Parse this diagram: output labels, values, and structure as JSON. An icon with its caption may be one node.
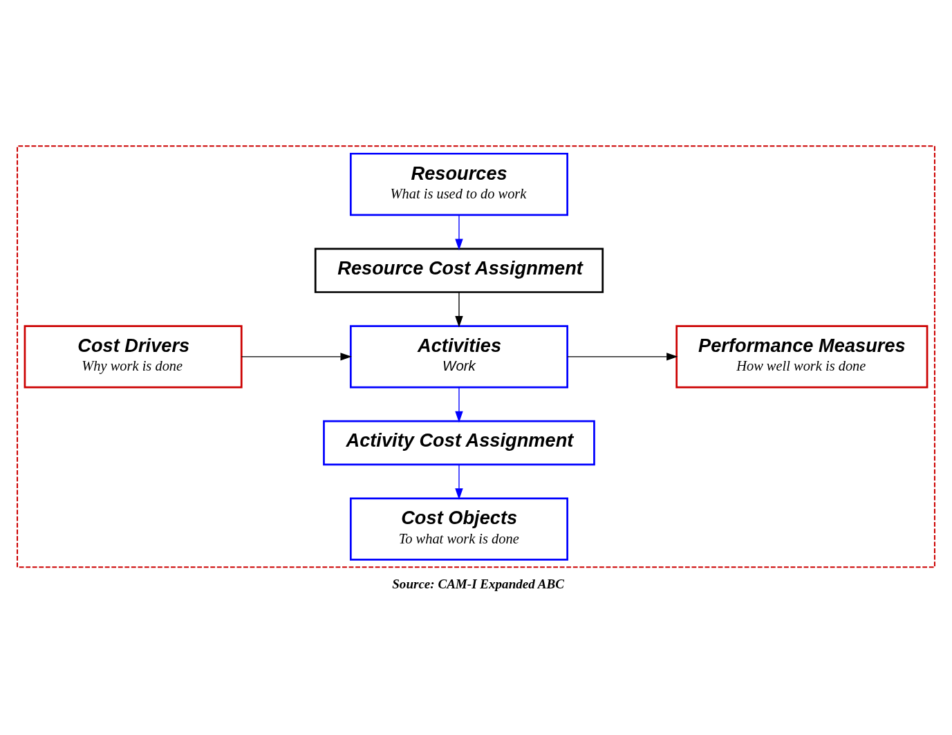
{
  "diagram": {
    "caption": "Source: CAM-I Expanded ABC",
    "nodes": [
      {
        "text": [],
        "shape": "box"
      },
      {
        "text": [
          "Resources",
          "What is used to do work"
        ],
        "in": 0
      },
      {
        "text": [
          "Resource Cost Assignment"
        ],
        "in": 0
      },
      {
        "text": [
          "Cost Drivers",
          "Why work is done"
        ],
        "in": 0
      },
      {
        "text": [
          "Activities",
          "Work"
        ],
        "in": 0
      },
      {
        "text": [
          "Performance Measures",
          "How well work is done"
        ],
        "in": 0
      },
      {
        "text": [
          "Activity Cost Assignment"
        ],
        "in": 0
      },
      {
        "text": [
          "Cost Objects",
          "To what work is done"
        ],
        "in": 0
      }
    ],
    "edges": [
      {
        "from": 1,
        "to": 2,
        "arrow": "to",
        "color": "#0000ff"
      },
      {
        "from": 2,
        "to": 4,
        "arrow": "to",
        "color": "#000000"
      },
      {
        "from": 3,
        "to": 4,
        "arrow": "to",
        "color": "#000000"
      },
      {
        "from": 4,
        "to": 5,
        "arrow": "to",
        "color": "#000000"
      },
      {
        "from": 4,
        "to": 6,
        "arrow": "to",
        "color": "#0000ff"
      },
      {
        "from": 6,
        "to": 7,
        "arrow": "to",
        "color": "#0000ff"
      }
    ]
  }
}
